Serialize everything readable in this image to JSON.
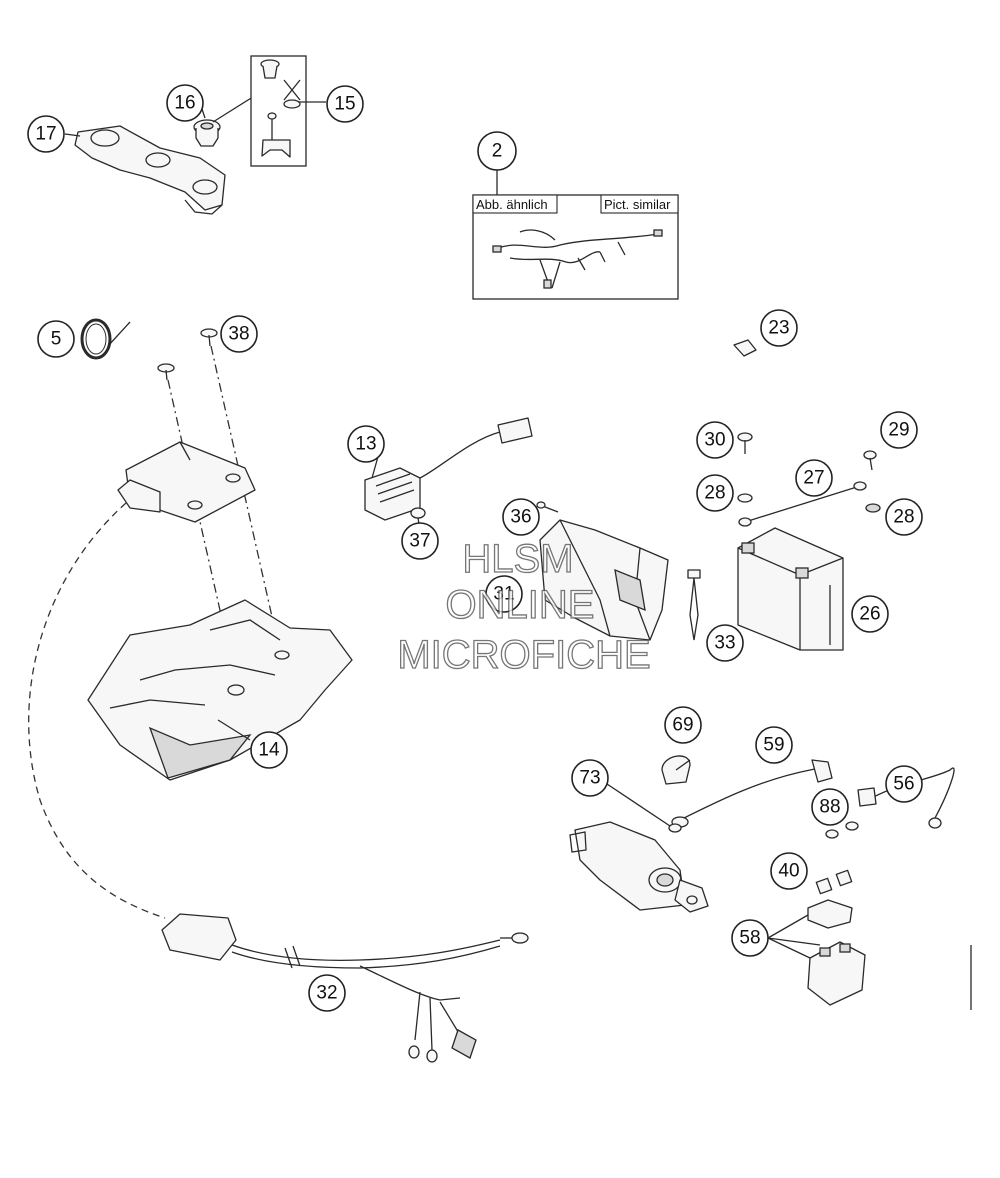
{
  "diagram": {
    "callouts": {
      "c2": "2",
      "c5": "5",
      "c13": "13",
      "c14": "14",
      "c15": "15",
      "c16": "16",
      "c17": "17",
      "c23": "23",
      "c26": "26",
      "c27": "27",
      "c28a": "28",
      "c28b": "28",
      "c29": "29",
      "c30": "30",
      "c31": "31",
      "c32": "32",
      "c33": "33",
      "c36": "36",
      "c37": "37",
      "c38": "38",
      "c40": "40",
      "c56": "56",
      "c58": "58",
      "c59": "59",
      "c69": "69",
      "c73": "73",
      "c88": "88"
    },
    "harness_box": {
      "left_label": "Abb. ähnlich",
      "right_label": "Pict. similar"
    },
    "watermark": {
      "line1": "HLSM",
      "line2": "ONLINE",
      "line3": "MICROFICHE"
    }
  }
}
